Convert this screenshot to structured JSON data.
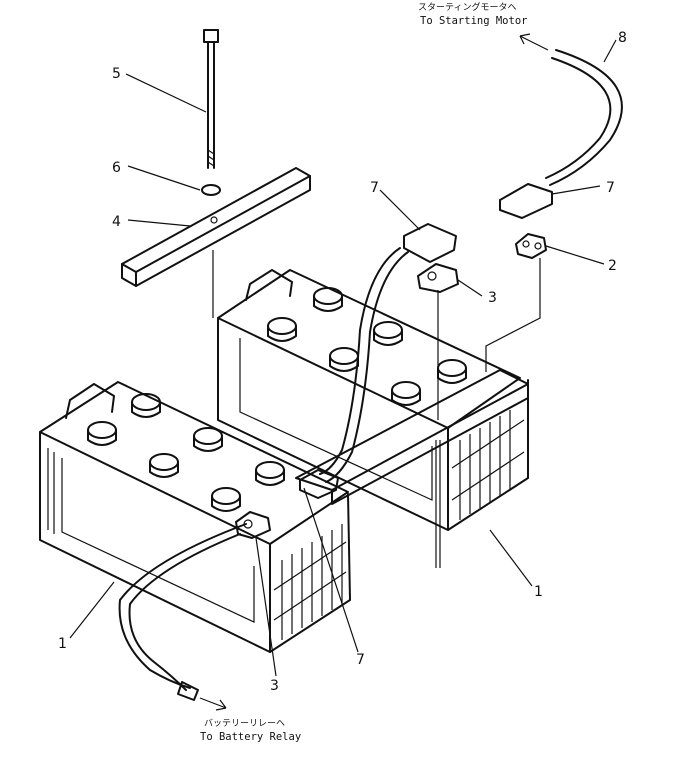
{
  "labels": {
    "top_jp": "スターティングモータヘ",
    "top_en": "To Starting Motor",
    "bottom_jp": "バッテリーリレーヘ",
    "bottom_en": "To Battery Relay"
  },
  "callouts": [
    "5",
    "6",
    "4",
    "7",
    "8",
    "7",
    "2",
    "3",
    "1",
    "1",
    "3",
    "7"
  ]
}
